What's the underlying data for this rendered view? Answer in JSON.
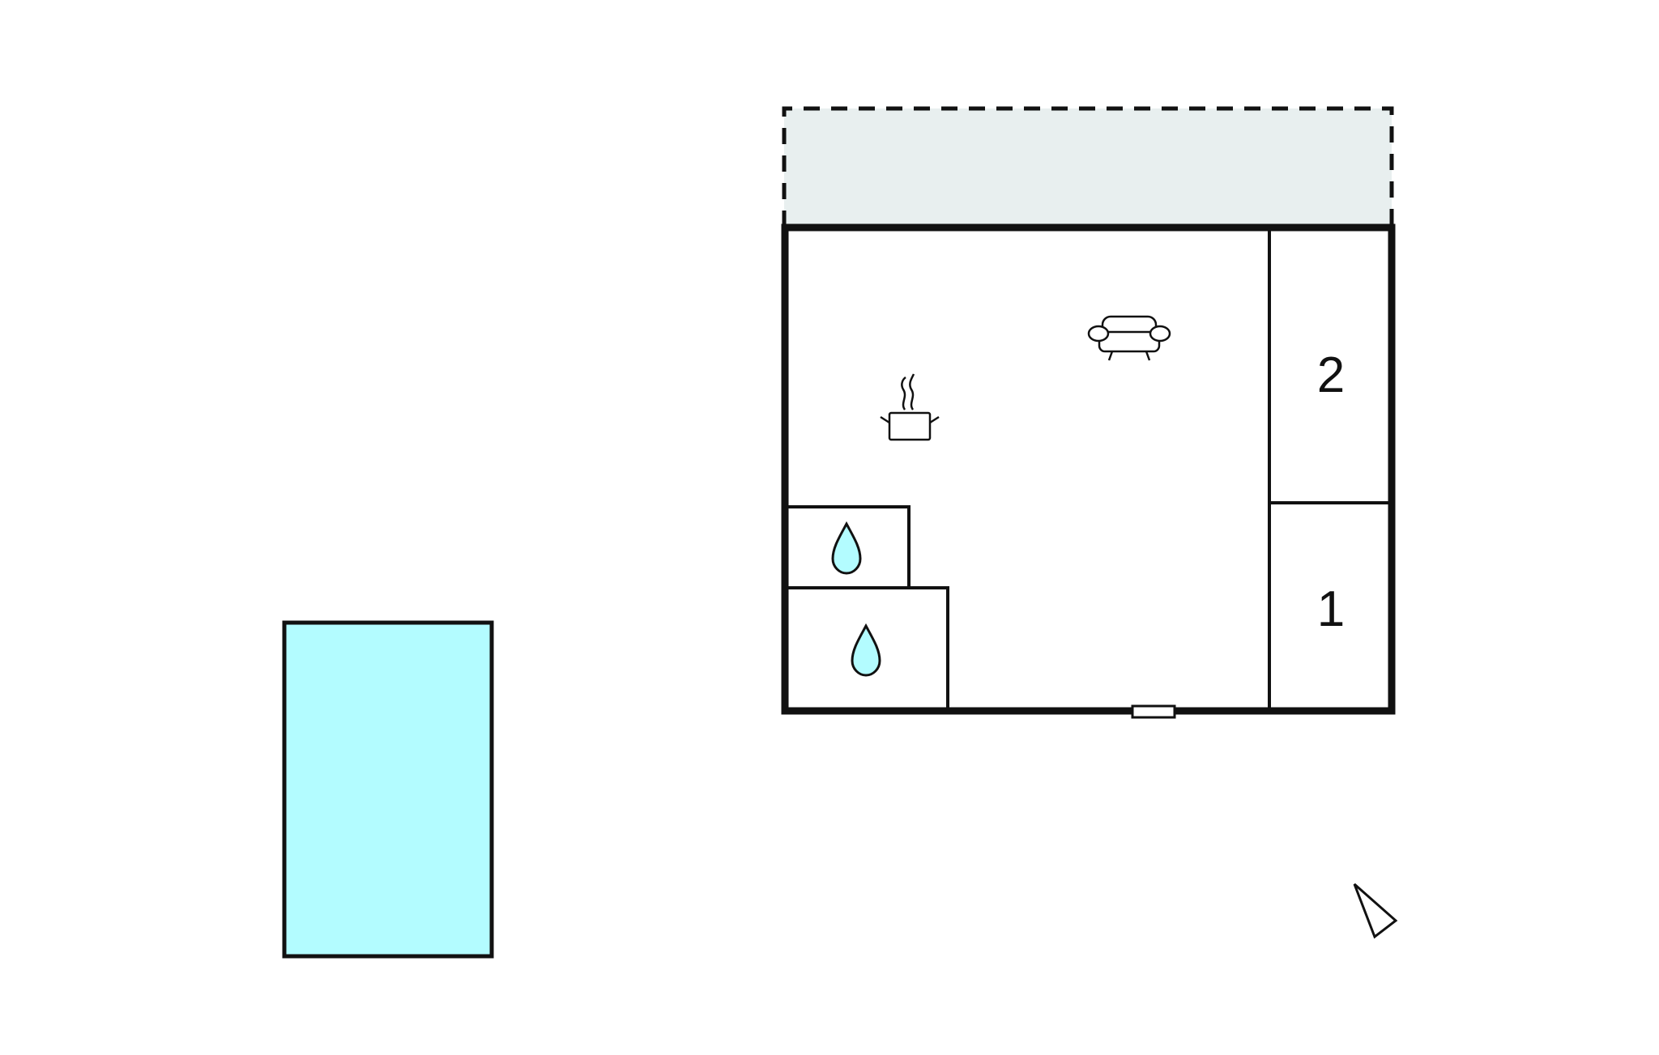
{
  "floorplan": {
    "bedrooms": [
      {
        "label": "2"
      },
      {
        "label": "1"
      }
    ],
    "icons": {
      "living_room": "sofa-icon",
      "kitchen": "cooking-pot-icon",
      "bathroom_1": "water-drop-icon",
      "bathroom_2": "water-drop-icon",
      "door": "door-icon",
      "north_arrow": "north-arrow-icon",
      "pool": "swimming-pool"
    },
    "colors": {
      "walls": "#111111",
      "terrace_fill": "#e8efef",
      "pool_fill": "#b3fcff",
      "water_drop_fill": "#b3fcff",
      "background": "#ffffff"
    }
  }
}
